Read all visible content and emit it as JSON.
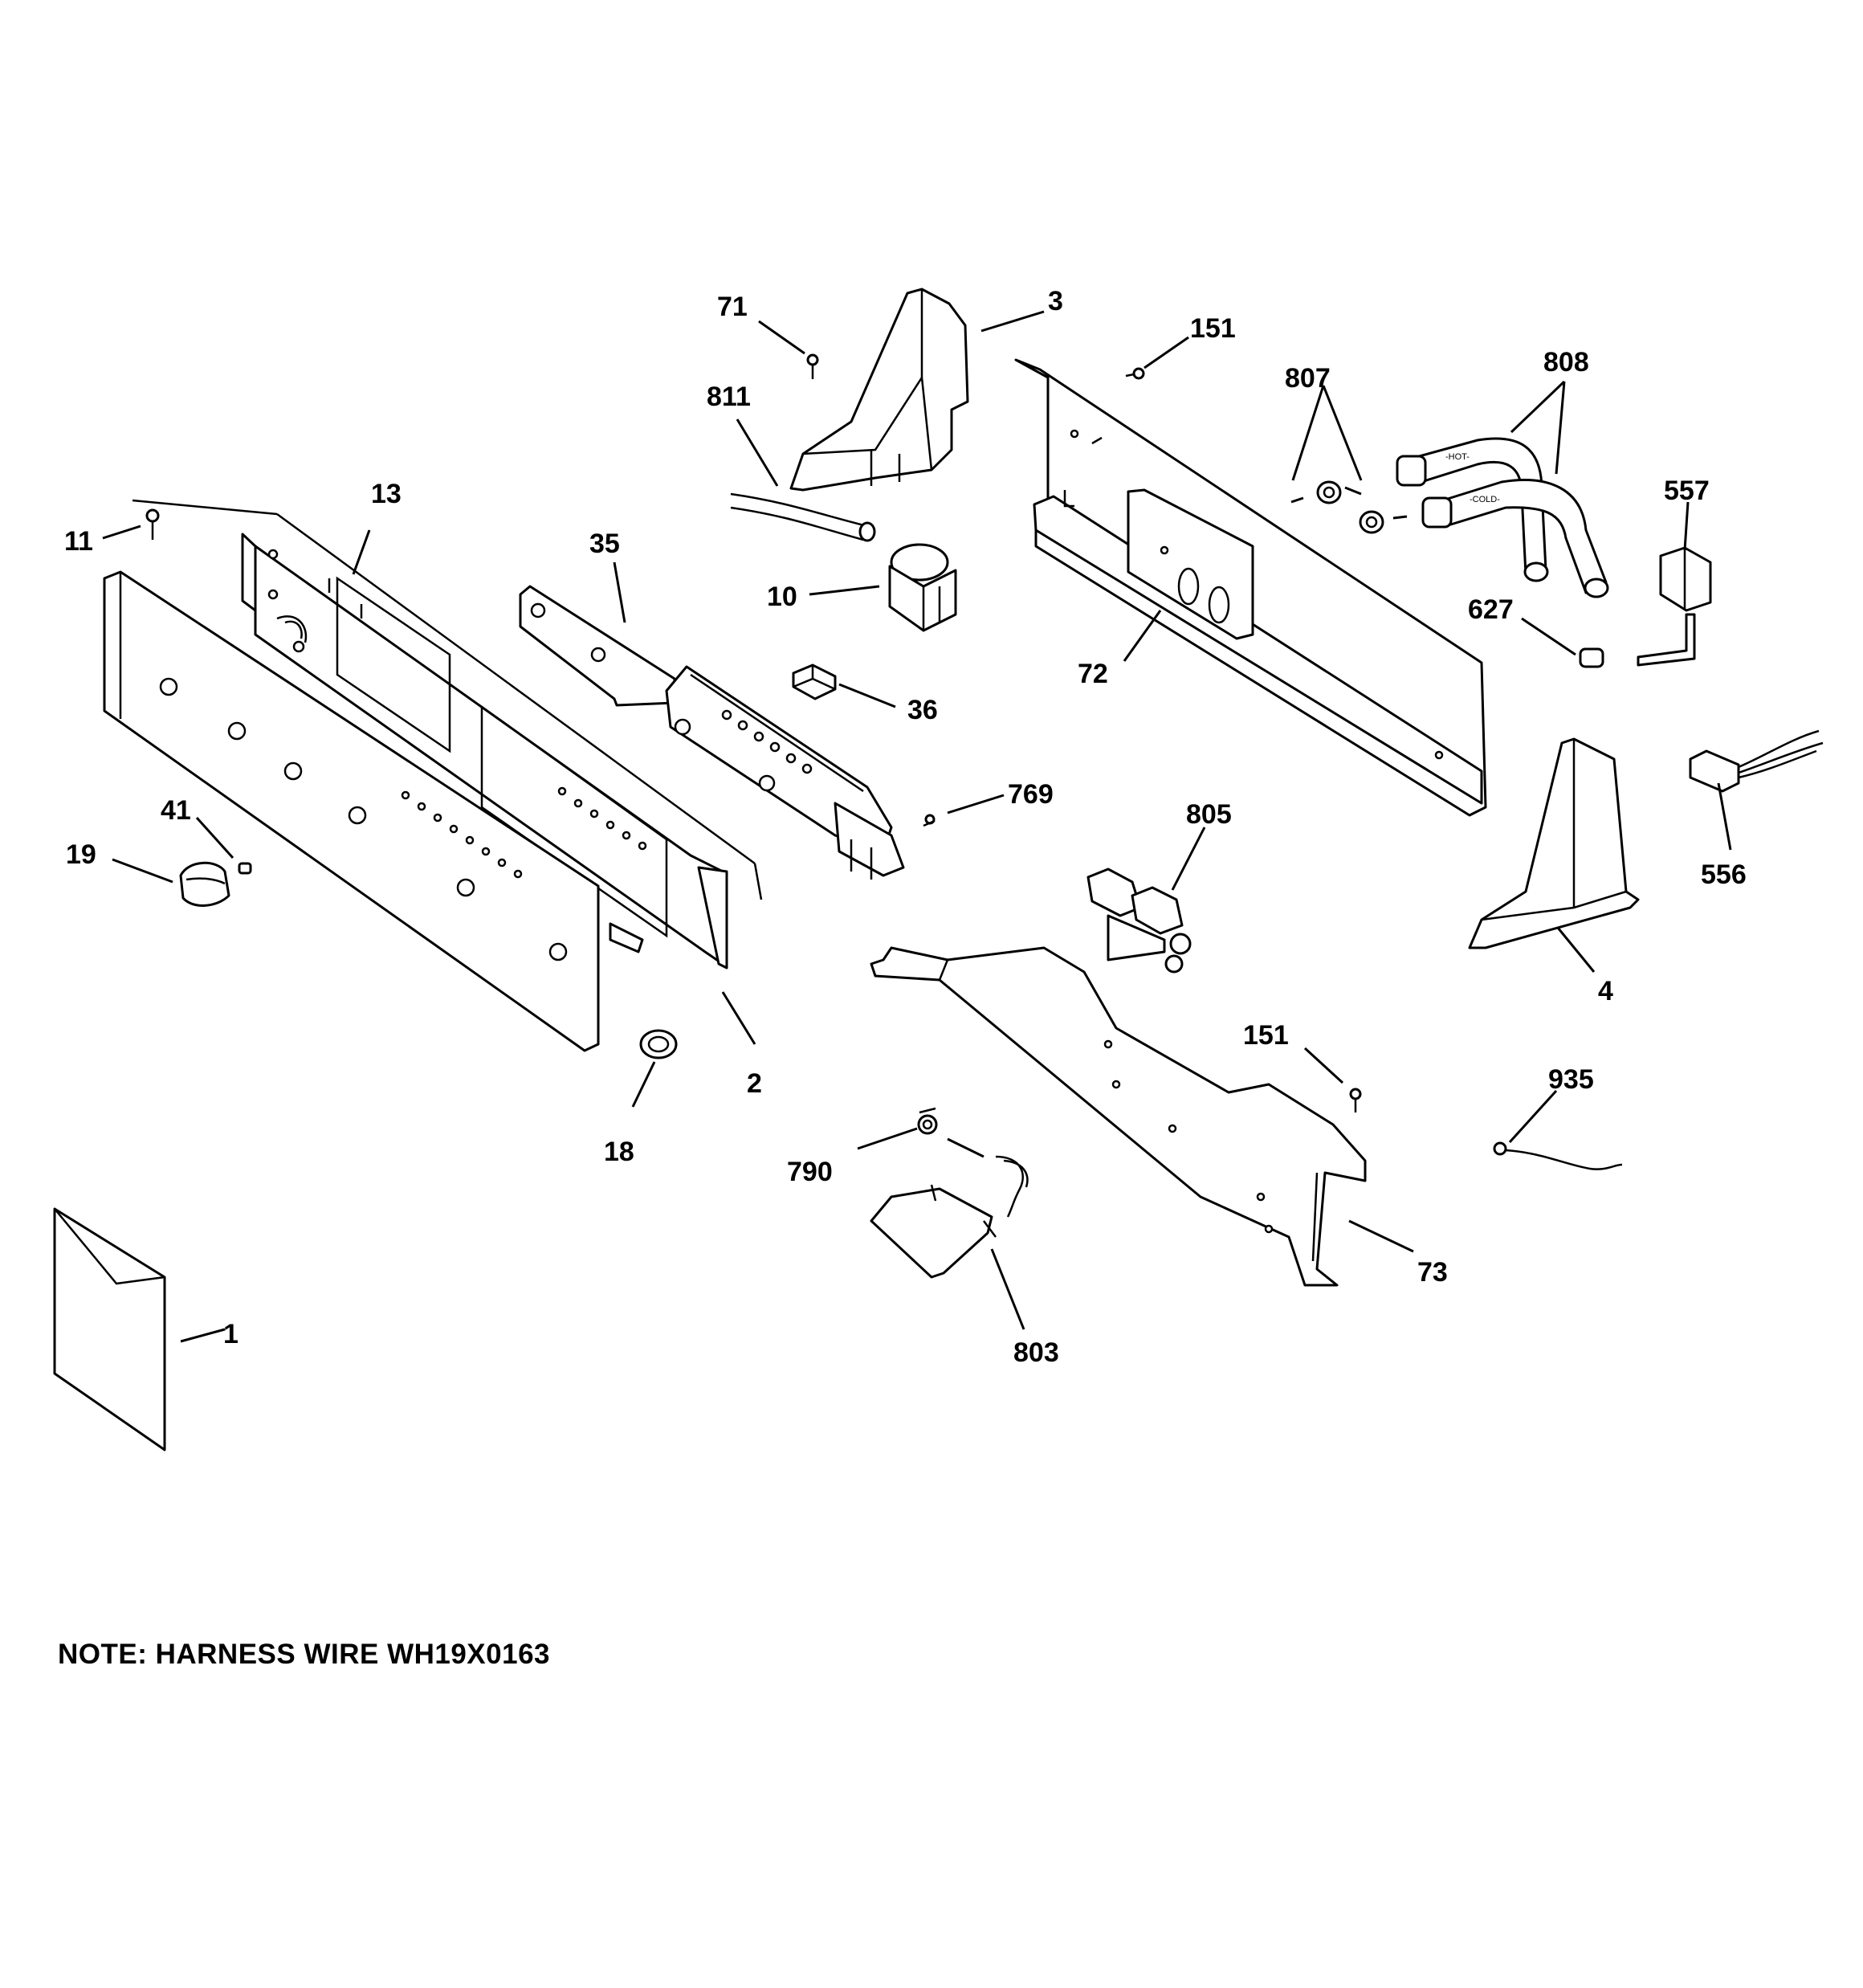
{
  "diagram": {
    "callouts": {
      "c71": "71",
      "c3": "3",
      "c151a": "151",
      "c807": "807",
      "c808": "808",
      "c811": "811",
      "c557": "557",
      "c13": "13",
      "c35": "35",
      "c11": "11",
      "c10": "10",
      "c627": "627",
      "c72": "72",
      "c36": "36",
      "c769": "769",
      "c805": "805",
      "c41": "41",
      "c19": "19",
      "c556": "556",
      "c4": "4",
      "c151b": "151",
      "c935": "935",
      "c2": "2",
      "c18": "18",
      "c790": "790",
      "c73": "73",
      "c1": "1",
      "c803": "803"
    },
    "hose_labels": {
      "hot": "-HOT-",
      "cold": "-COLD-"
    },
    "note": "NOTE: HARNESS WIRE WH19X0163"
  }
}
